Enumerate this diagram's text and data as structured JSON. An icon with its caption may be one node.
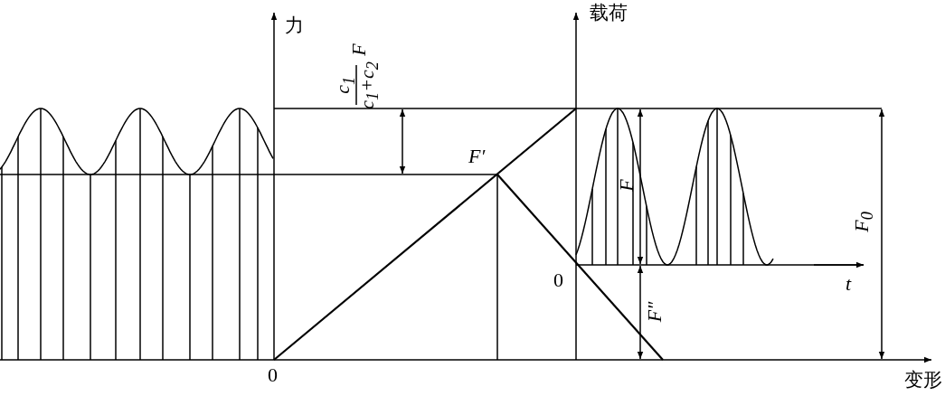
{
  "diagram": {
    "labels": [
      "力",
      "载荷",
      "c$_{1}$",
      "c$_{1}$+c$_{2}$",
      "F",
      "F′",
      "F",
      "F$_{0}$",
      "0",
      "t",
      "F″",
      "0",
      "变形"
    ]
  }
}
